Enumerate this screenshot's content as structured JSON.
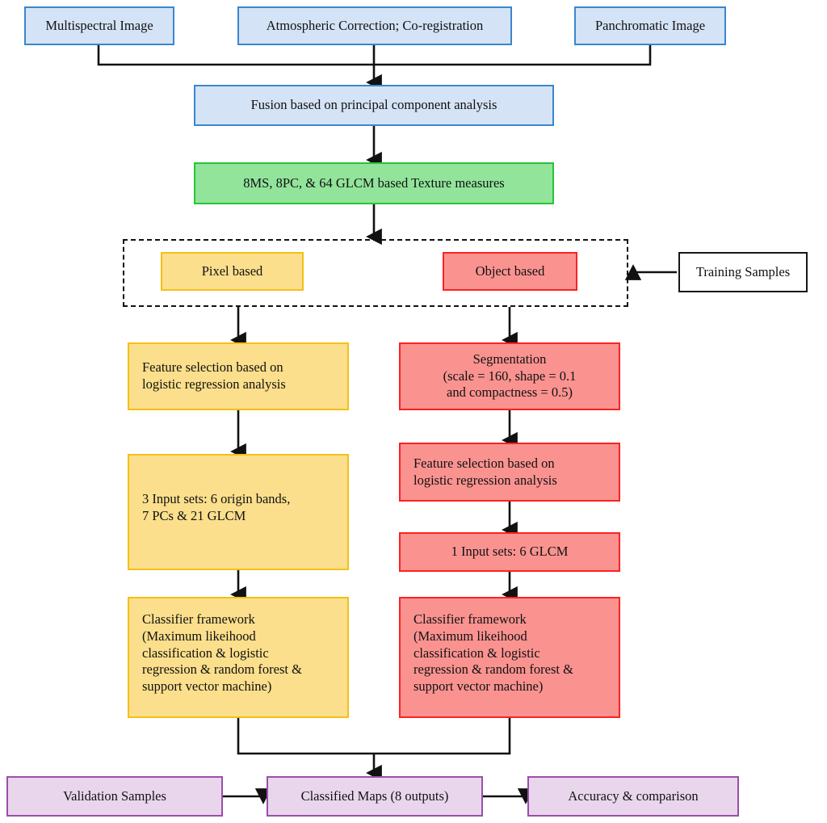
{
  "diagram": {
    "title": "Pixel based and object based classification methodology flowchart",
    "colors": {
      "blue_fill": "#d4e3f6",
      "blue_border": "#3b86cd",
      "green_fill": "#92e49b",
      "green_border": "#27c43a",
      "yellow_fill": "#fbdf8c",
      "yellow_border": "#f4c016",
      "red_fill": "#fa9390",
      "red_border": "#fc2222",
      "purple_fill": "#e9d6ed",
      "purple_border": "#9a4fa8",
      "white_fill": "#ffffff",
      "connector": "#111111",
      "background": "#ffffff"
    },
    "nodes": {
      "multispectral_image": "Multispectral Image",
      "atmospheric_correction": "Atmospheric Correction; Co-registration",
      "panchromatic_image": "Panchromatic Image",
      "fusion_pca": "Fusion based on principal component analysis",
      "texture_measures": "8MS, 8PC, & 64 GLCM based Texture measures",
      "pixel_based": "Pixel based",
      "object_based": "Object based",
      "training_samples": "Training Samples",
      "pixel_feature_selection": "Feature selection based on\nlogistic regression analysis",
      "pixel_input_sets": "3 Input sets: 6 origin bands,\n7 PCs & 21 GLCM",
      "pixel_classifier": "Classifier framework\n(Maximum likeihood\nclassification & logistic\nregression & random forest &\nsupport vector machine)",
      "segmentation": "Segmentation\n(scale = 160, shape = 0.1\nand compactness = 0.5)",
      "object_feature_selection": "Feature selection based on\nlogistic regression analysis",
      "object_input_sets": "1 Input sets: 6 GLCM",
      "object_classifier": "Classifier framework\n(Maximum likeihood\nclassification & logistic\nregression & random forest &\nsupport vector machine)",
      "validation_samples": "Validation Samples",
      "classified_maps": "Classified Maps (8 outputs)",
      "accuracy_comparison": "Accuracy & comparison"
    }
  }
}
